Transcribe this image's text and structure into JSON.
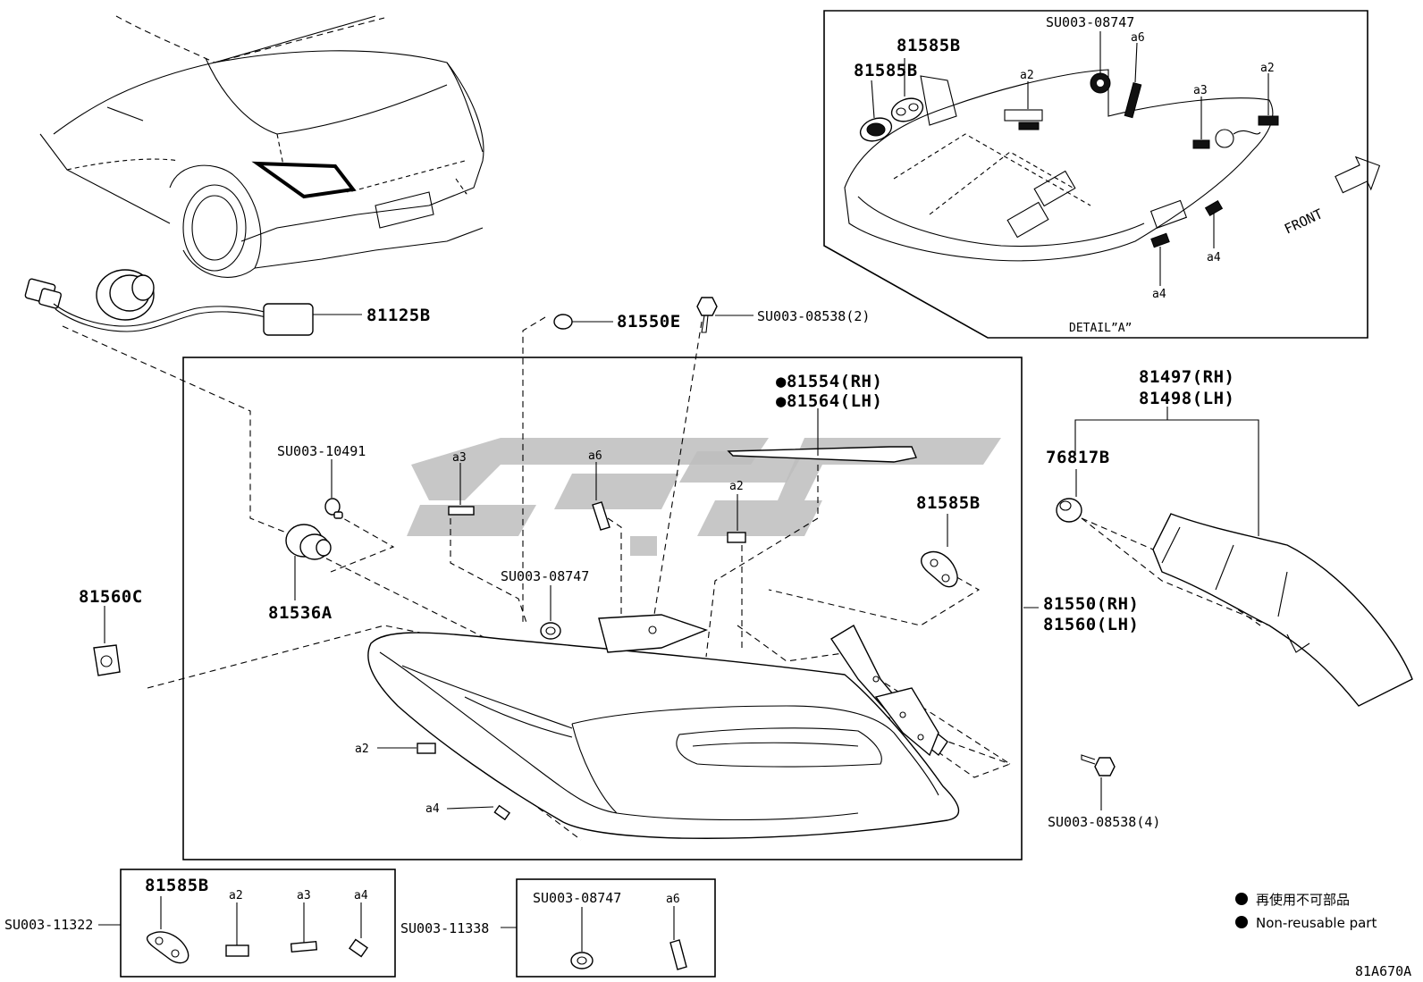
{
  "labels": {
    "p81125B": "81125B",
    "p81550E": "81550E",
    "pSU08538_2": "SU003-08538(2)",
    "pSU08747_top": "SU003-08747",
    "p81585B_a": "81585B",
    "p81585B_b": "81585B",
    "detail": "DETAIL”A”",
    "front": "FRONT",
    "p81554": "●81554(RH)",
    "p81564": "●81564(LH)",
    "p81497": "81497(RH)",
    "p81498": "81498(LH)",
    "p76817B": "76817B",
    "pSU10491": "SU003-10491",
    "p81536A": "81536A",
    "p81560C": "81560C",
    "pSU08747_mid": "SU003-08747",
    "p81585B_mid": "81585B",
    "p81550": "81550(RH)",
    "p81560": "81560(LH)",
    "pSU08538_4": "SU003-08538(4)",
    "pSU11322": "SU003-11322",
    "pSU11338": "SU003-11338",
    "kit1_81585B": "81585B",
    "kit2_SU08747": "SU003-08747",
    "diagram_code": "81A670A"
  },
  "tags": {
    "a2": "a2",
    "a3": "a3",
    "a4": "a4",
    "a6": "a6"
  },
  "legend": {
    "jp": "再使用不可部品",
    "en": "Non-reusable part"
  }
}
